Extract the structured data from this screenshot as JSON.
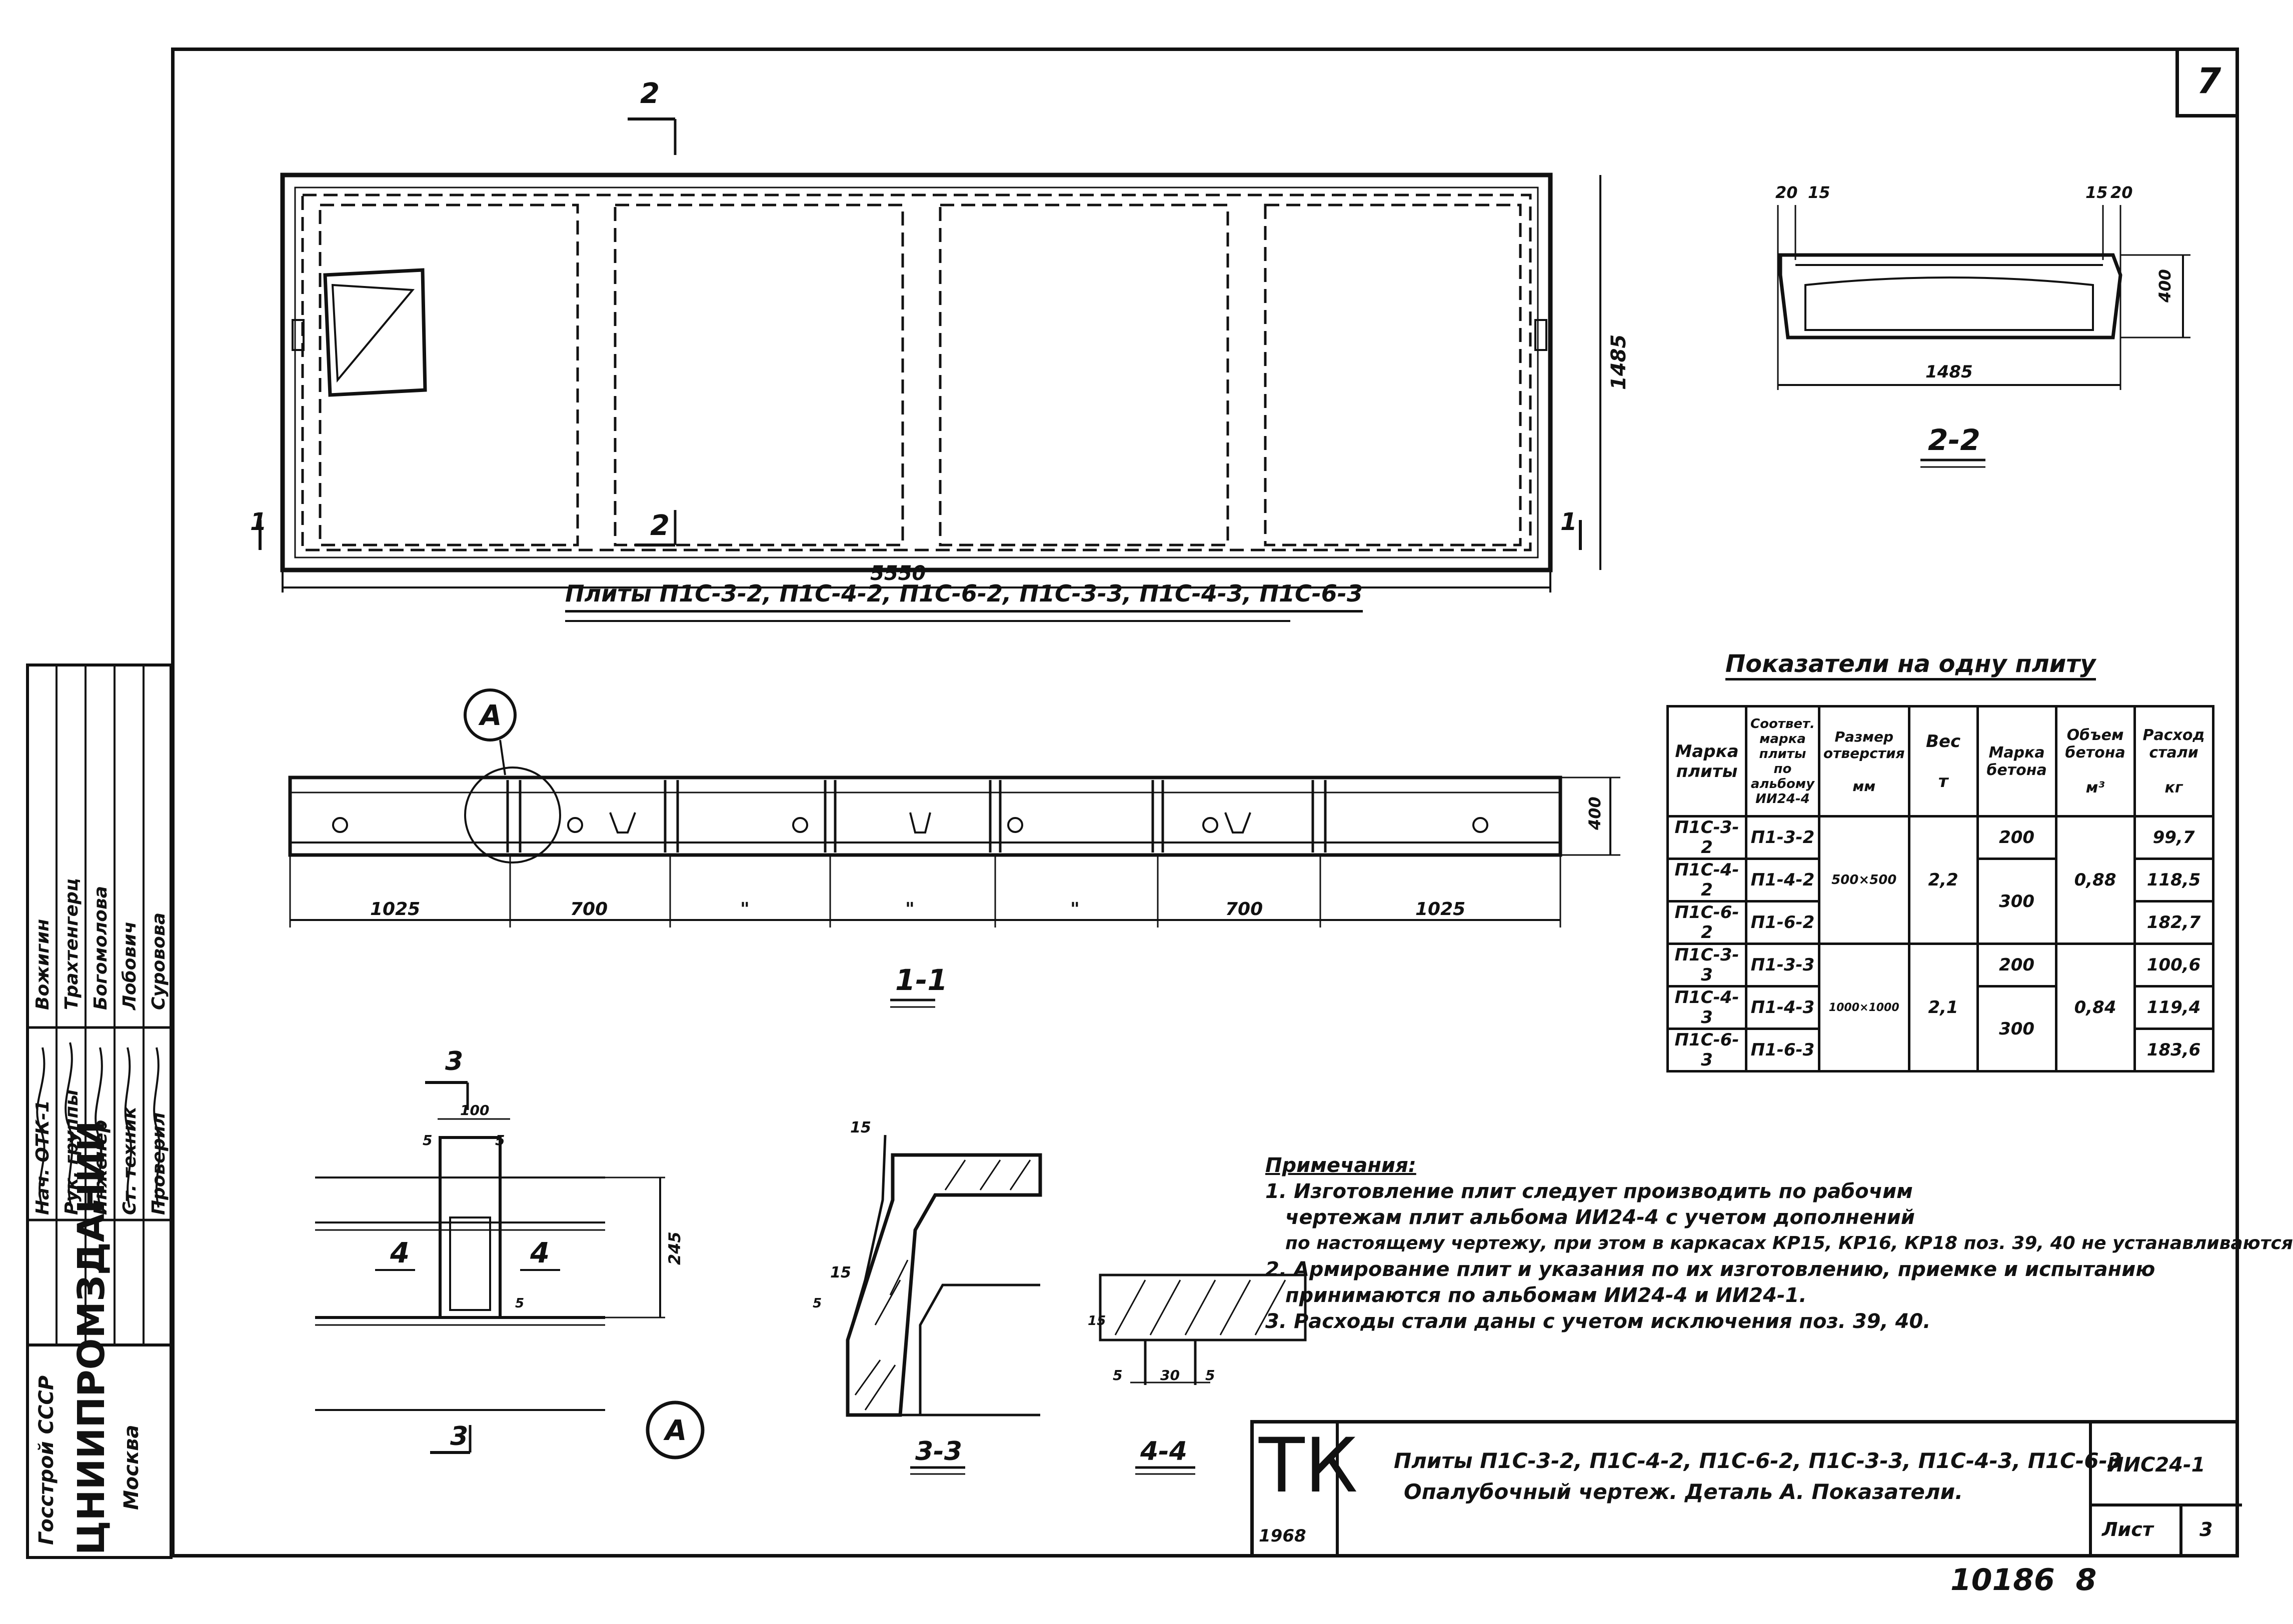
{
  "sheet": {
    "page_number": "7",
    "footer_number": "10186",
    "footer_suffix": "8"
  },
  "plan": {
    "caption": "Плиты П1С-3-2, П1С-4-2, П1С-6-2, П1С-3-3, П1С-4-3, П1С-6-3",
    "length": "5550",
    "width": "1485",
    "section_mark_top": "2",
    "section_mark_bottom": "2",
    "section_mark_left": "1",
    "section_mark_right": "1"
  },
  "section_2_2": {
    "caption": "2-2",
    "dim_left_1": "20",
    "dim_left_2": "15",
    "dim_right_1": "15",
    "dim_right_2": "20",
    "height": "400",
    "length": "1485"
  },
  "section_1_1": {
    "caption": "1-1",
    "detail_label": "А",
    "height": "400",
    "dims": [
      "1025",
      "700",
      "\"",
      "\"",
      "\"",
      "700",
      "1025"
    ]
  },
  "detail_A": {
    "label": "А",
    "section_mark": "3",
    "dim_top": "100",
    "dim_left": "5",
    "dim_right": "5",
    "label_left": "4",
    "label_right": "4",
    "height": "245",
    "small_dim": "5"
  },
  "section_3_3": {
    "caption": "3-3",
    "dim_top": "15",
    "dim_mid": "15",
    "dim_side": "5"
  },
  "section_4_4": {
    "caption": "4-4",
    "dim_left": "5",
    "dim_mid": "30",
    "dim_right": "5",
    "dim_side": "15"
  },
  "indicators": {
    "title": "Показатели на одну плиту",
    "headers": {
      "mark": "Марка плиты",
      "corr": "Соответ. марка плиты по альбому ИИ24-4",
      "hole": "Размер отверстия",
      "hole_unit": "мм",
      "weight": "Вес",
      "weight_unit": "т",
      "concrete": "Марка бетона",
      "volume": "Объем бетона",
      "volume_unit": "м³",
      "steel": "Расход стали",
      "steel_unit": "кг"
    },
    "rows": [
      {
        "mark": "П1С-3-2",
        "corr": "П1-3-2",
        "concrete": "200",
        "steel": "99,7"
      },
      {
        "mark": "П1С-4-2",
        "corr": "П1-4-2",
        "steel": "118,5"
      },
      {
        "mark": "П1С-6-2",
        "corr": "П1-6-2",
        "steel": "182,7"
      },
      {
        "mark": "П1С-3-3",
        "corr": "П1-3-3",
        "concrete": "200",
        "steel": "100,6"
      },
      {
        "mark": "П1С-4-3",
        "corr": "П1-4-3",
        "steel": "119,4"
      },
      {
        "mark": "П1С-6-3",
        "corr": "П1-6-3",
        "steel": "183,6"
      }
    ],
    "group1": {
      "hole": "500×500",
      "weight": "2,2",
      "concrete": "300",
      "volume": "0,88"
    },
    "group2": {
      "hole": "1000×1000",
      "weight": "2,1",
      "concrete": "300",
      "volume": "0,84"
    }
  },
  "notes": {
    "title": "Примечания:",
    "lines": [
      "1. Изготовление плит следует производить по рабочим",
      "чертежам плит альбома ИИ24-4 с учетом дополнений",
      "по настоящему чертежу, при этом в каркасах КР15, КР16, КР18 поз. 39, 40 не устанавливаются",
      "2. Армирование плит и указания по их изготовлению, приемке и испытанию",
      "принимаются по альбомам ИИ24-4 и ИИ24-1.",
      "3. Расходы стали даны с учетом исключения поз. 39, 40."
    ]
  },
  "title_block": {
    "logo": "ТК",
    "year": "1968",
    "title_line1": "Плиты П1С-3-2, П1С-4-2, П1С-6-2, П1С-3-3, П1С-4-3, П1С-6-3",
    "title_line2": "Опалубочный чертеж. Деталь А. Показатели.",
    "album": "ИИС24-1",
    "sheet_label": "Лист",
    "sheet_value": "3"
  },
  "stamp": {
    "org1": "Госстрой СССР",
    "org2": "ЦНИИПРОМЗДАНИЙ",
    "city": "Москва",
    "roles": [
      "Нач. ОТК-1",
      "Рук. группы",
      "Инженер",
      "Ст. техник",
      "Проверил"
    ],
    "names": [
      "Вожигин",
      "Трахтенгерц",
      "Богомолова",
      "Лобович",
      "Суровова"
    ]
  }
}
